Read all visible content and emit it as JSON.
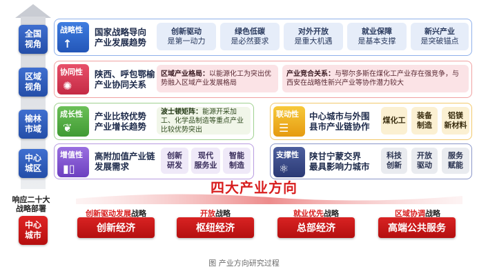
{
  "levels": [
    {
      "label": "全国\n视角"
    },
    {
      "label": "区域\n视角"
    },
    {
      "label": "榆林\n市域"
    },
    {
      "label": "中心\n城区"
    }
  ],
  "response_label": "响应二十大\n战略部署",
  "center_city": "中心\n城市",
  "rows": {
    "national": {
      "badge": "战略性",
      "badge_icon": "arrow-up-icon",
      "title": "国家战略导向\n产业发展趋势",
      "items": [
        {
          "main": "创新驱动",
          "sub": "是第一动力"
        },
        {
          "main": "绿色低碳",
          "sub": "是必然要求"
        },
        {
          "main": "对外开放",
          "sub": "是重大机遇"
        },
        {
          "main": "就业保障",
          "sub": "是基本支撑"
        },
        {
          "main": "新兴产业",
          "sub": "是突破锚点"
        }
      ]
    },
    "regional": {
      "badge": "协同性",
      "badge_icon": "network-icon",
      "title": "陕西、呼包鄂榆\n产业协同关系",
      "pattern_label": "区域产业格局：",
      "pattern_text": "以能源化工为突出优势融入区域产业发展格局",
      "compete_label": "产业竞合关系：",
      "compete_text": "与鄂尔多斯在煤化工产业存在强竞争，与西安在战略性新兴产业等协作潜力较大"
    },
    "city_growth": {
      "badge": "成长性",
      "badge_icon": "leaf-icon",
      "title": "产业比较优势\n产业增长趋势",
      "matrix_label": "波士顿矩阵：",
      "matrix_text": "能源开采加工、化学品制造等重点产业比较优势突出"
    },
    "city_link": {
      "badge": "联动性",
      "badge_icon": "layers-icon",
      "title": "中心城市与外围\n县市产业链协作",
      "items": [
        {
          "main": "煤化工"
        },
        {
          "main": "装备\n制造"
        },
        {
          "main": "铝镁\n新材料"
        }
      ]
    },
    "center_value": {
      "badge": "增值性",
      "badge_icon": "chart-bars-icon",
      "title": "高附加值产业链\n发展需求",
      "items": [
        {
          "main": "创新\n研发"
        },
        {
          "main": "现代\n服务业"
        },
        {
          "main": "智能\n制造"
        }
      ]
    },
    "center_support": {
      "badge": "支撑性",
      "badge_icon": "atom-icon",
      "title": "陕甘宁蒙交界\n最具影响力城市",
      "items": [
        {
          "main": "科技\n创新"
        },
        {
          "main": "开放\n驱动"
        },
        {
          "main": "服务\n赋能"
        }
      ]
    }
  },
  "four_directions": "四大产业方向",
  "strategies": [
    {
      "hl": "创新驱动发展",
      "suffix": "战略",
      "econ": "创新经济"
    },
    {
      "hl": "开放",
      "suffix": "战略",
      "econ": "枢纽经济"
    },
    {
      "hl": "就业优先",
      "suffix": "战略",
      "econ": "总部经济"
    },
    {
      "hl": "区域协调",
      "suffix": "战略",
      "econ": "高端公共服务"
    }
  ],
  "caption": "图  产业方向研究过程"
}
